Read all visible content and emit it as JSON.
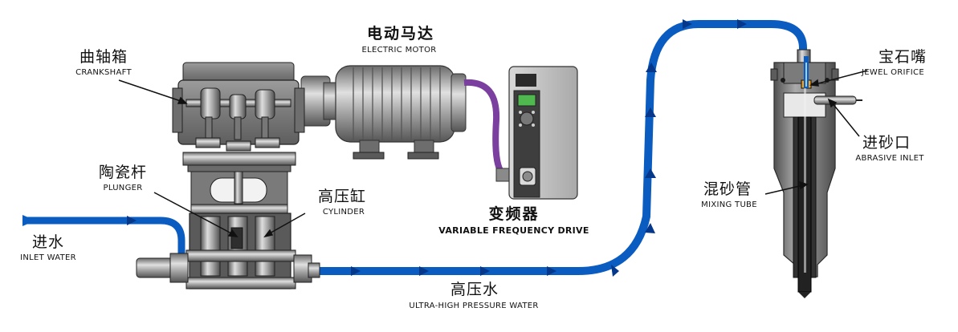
{
  "labels": {
    "crankshaft": {
      "zh": "曲轴箱",
      "en": "CRANKSHAFT"
    },
    "electric_motor": {
      "zh": "电动马达",
      "en": "ELECTRIC MOTOR"
    },
    "plunger": {
      "zh": "陶瓷杆",
      "en": "PLUNGER"
    },
    "cylinder": {
      "zh": "高压缸",
      "en": "CYLINDER"
    },
    "vfd": {
      "zh": "变频器",
      "en": "VARIABLE FREQUENCY DRIVE"
    },
    "inlet_water": {
      "zh": "进水",
      "en": "INLET WATER"
    },
    "uhp_water": {
      "zh": "高压水",
      "en": "ULTRA-HIGH PRESSURE WATER"
    },
    "jewel_orifice": {
      "zh": "宝石嘴",
      "en": "JEWEL ORIFICE"
    },
    "abrasive_inlet": {
      "zh": "进砂口",
      "en": "ABRASIVE INLET"
    },
    "mixing_tube": {
      "zh": "混砂管",
      "en": "MIXING TUBE"
    }
  },
  "colors": {
    "water_pipe": "#0a5cc0",
    "cable": "#7b3fa0",
    "metal_dark": "#5f5f5f",
    "metal_mid": "#9a9a9a",
    "metal_light": "#d4d4d4",
    "orifice": "#f2a41c"
  }
}
